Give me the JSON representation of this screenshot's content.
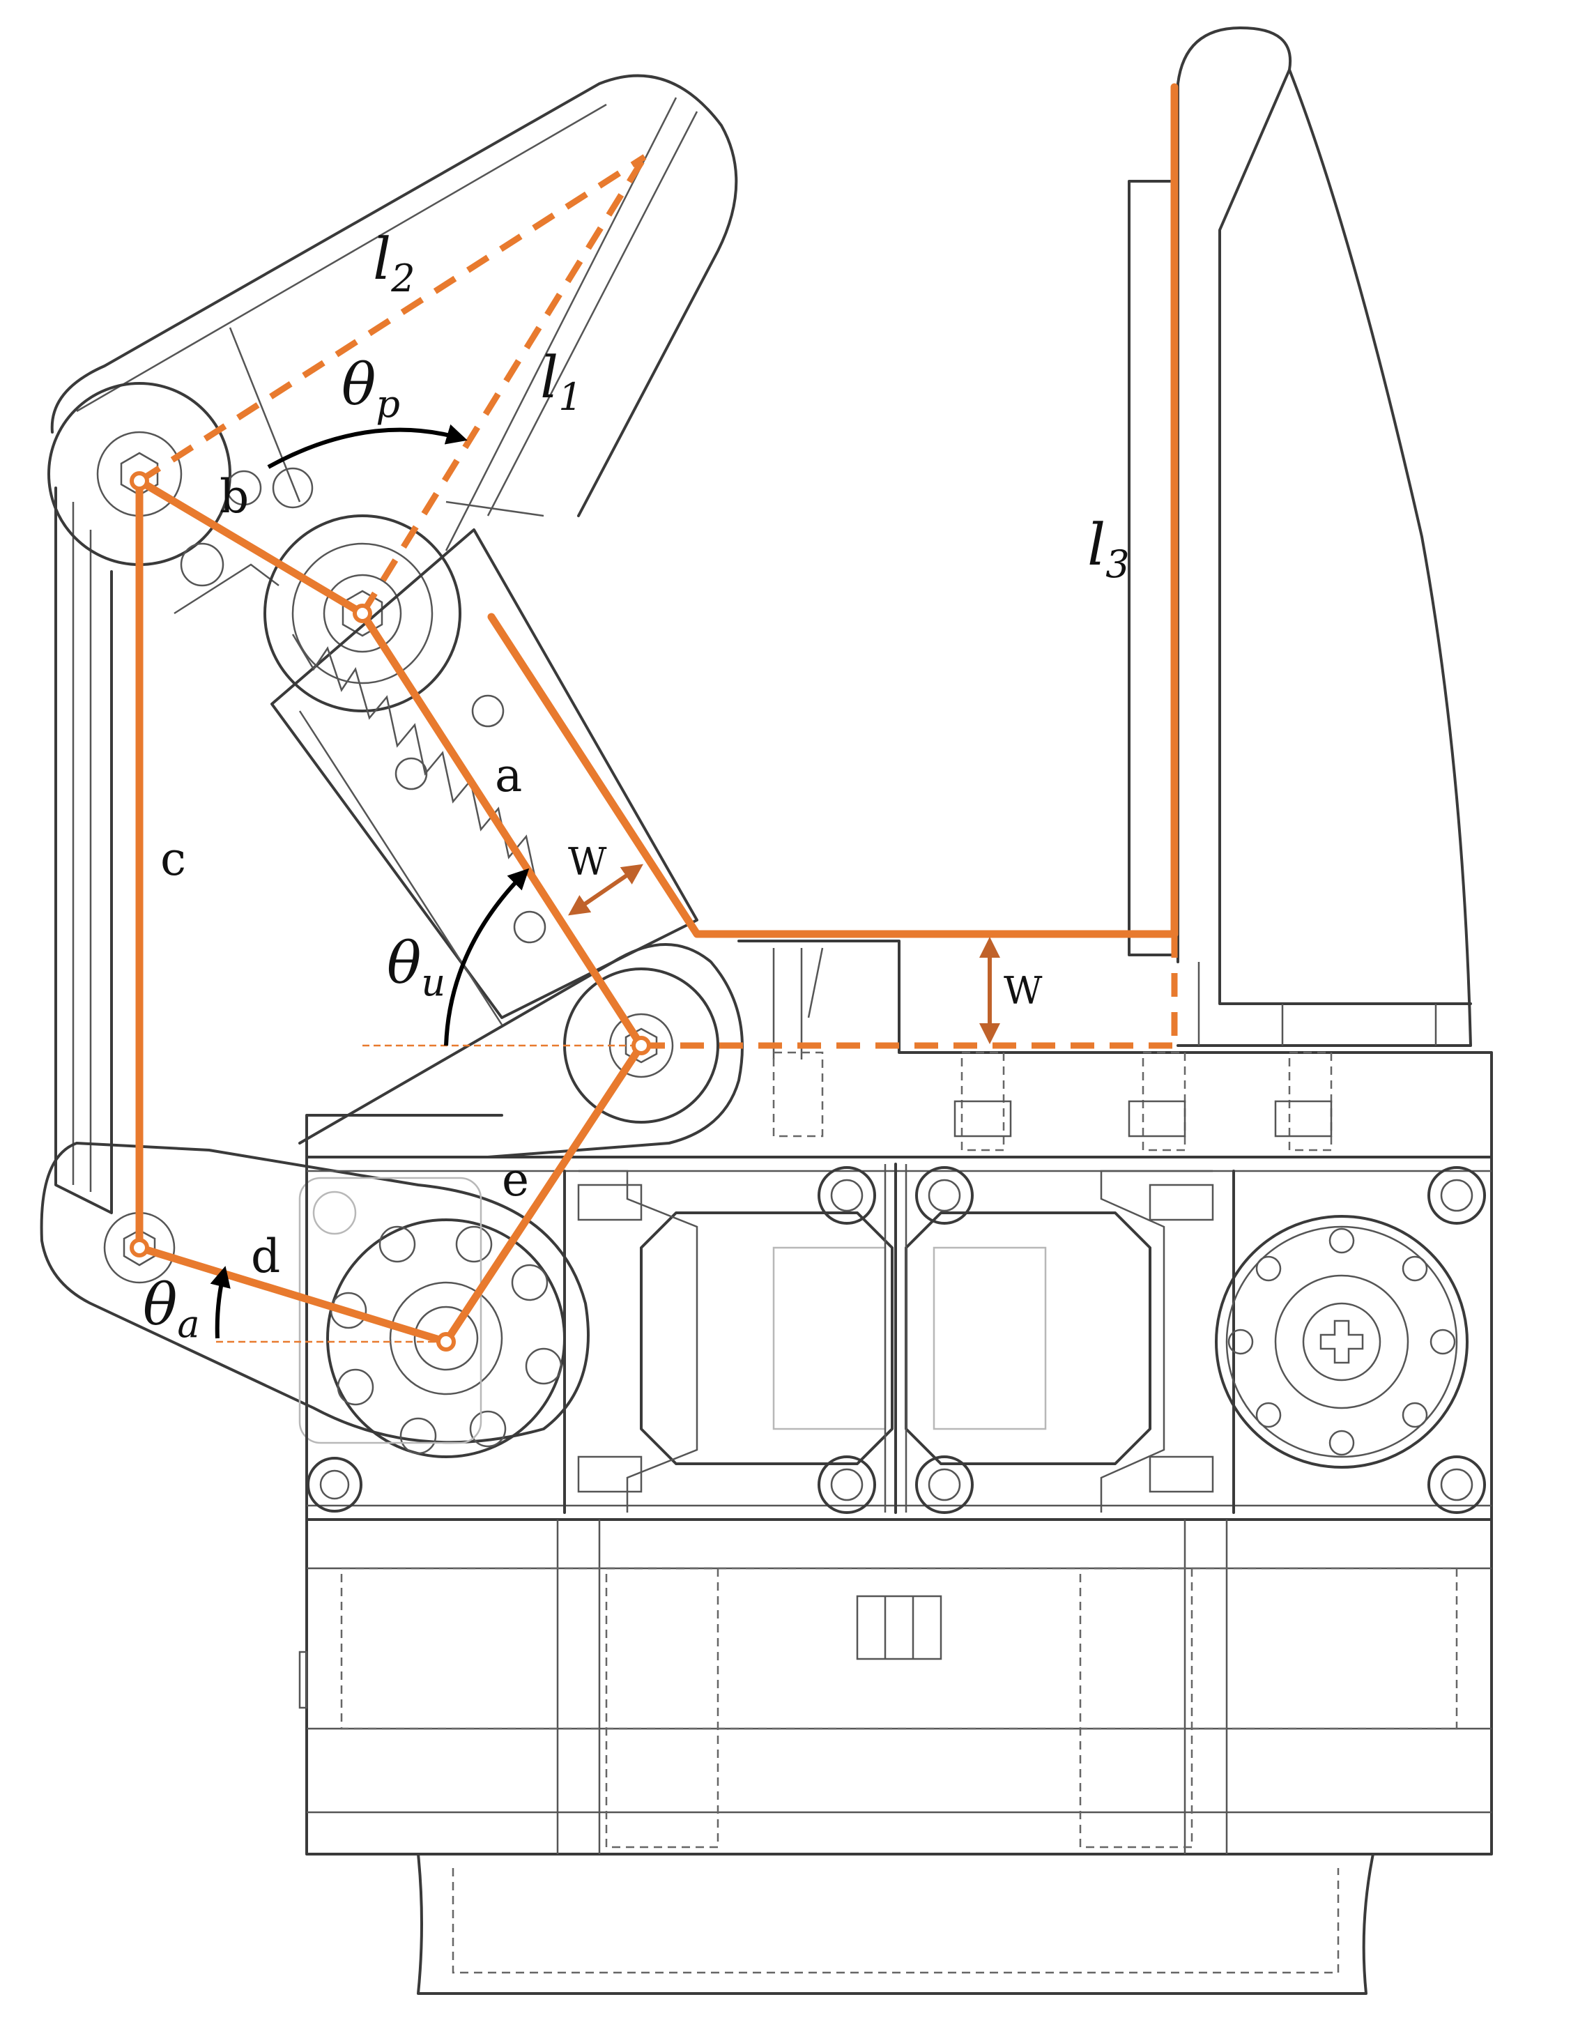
{
  "labels": {
    "l2": {
      "base": "l",
      "sub": "2"
    },
    "l1": {
      "base": "l",
      "sub": "1"
    },
    "l3": {
      "base": "l",
      "sub": "3"
    },
    "theta_p": {
      "base": "θ",
      "sub": "p"
    },
    "theta_u": {
      "base": "θ",
      "sub": "u"
    },
    "theta_a": {
      "base": "θ",
      "sub": "a"
    },
    "a": "a",
    "b": "b",
    "c": "c",
    "d": "d",
    "e": "e",
    "w_upper": "W",
    "w_lower": "W"
  },
  "colors": {
    "linkage": "#e87a2e",
    "dimension_arrow": "#c0622a",
    "angle_arrow": "#000000",
    "drawing_lines": "#3a3a3a"
  }
}
